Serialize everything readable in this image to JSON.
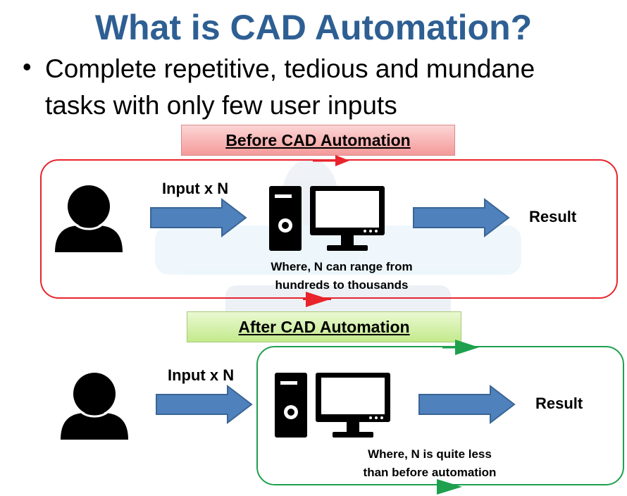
{
  "title": "What is CAD Automation?",
  "bullet": {
    "line1": "Complete repetitive, tedious and mundane",
    "line2": "tasks with only few user inputs"
  },
  "before": {
    "banner": "Before CAD Automation",
    "input_label": "Input x N",
    "result_label": "Result",
    "note_line1": "Where, N can range from",
    "note_line2": "hundreds to thousands"
  },
  "after": {
    "banner": "After CAD Automation",
    "input_label": "Input x N",
    "result_label": "Result",
    "note_line1": "Where, N is quite less",
    "note_line2": "than before automation"
  },
  "icons": {
    "user": "user-icon",
    "computer": "desktop-computer-icon",
    "arrow": "right-arrow-icon"
  },
  "colors": {
    "title": "#2e5f93",
    "arrow_fill": "#4f81bd",
    "before_border": "#e8242c",
    "after_border": "#1ea04e"
  }
}
